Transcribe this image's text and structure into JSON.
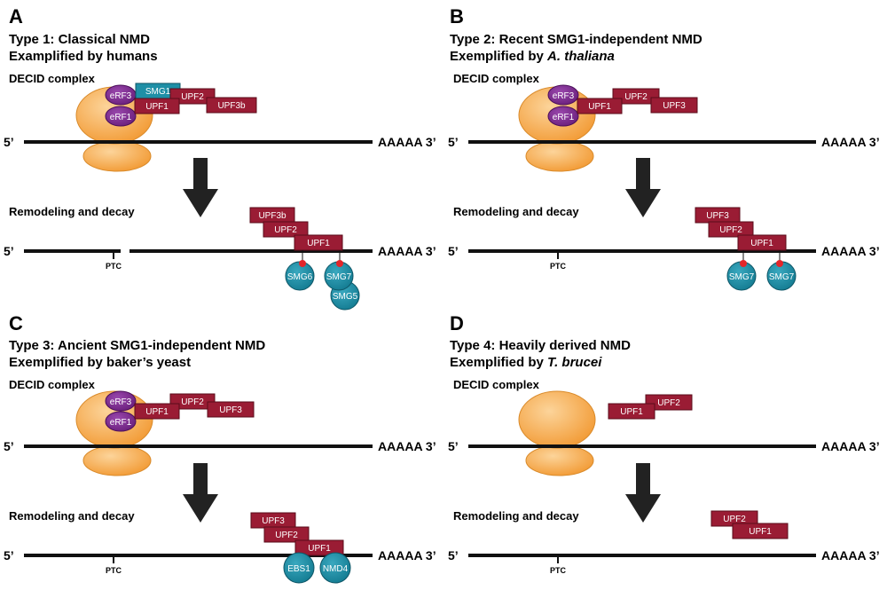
{
  "panels": [
    {
      "letter": "A",
      "type_line": "Type 1: Classical NMD",
      "example_prefix": "Examplified by ",
      "example_species": "humans",
      "species_italic": false,
      "complex_label": "DECID complex",
      "remodel_label": "Remodeling and decay",
      "five_prime": "5’",
      "three_prime": "AAAAA 3’",
      "ptc_label": "PTC",
      "decid_proteins": [
        "eRF3",
        "eRF1",
        "SMG1",
        "UPF1",
        "UPF2",
        "UPF3b"
      ],
      "decay_proteins": [
        "UPF3b",
        "UPF2",
        "UPF1",
        "SMG6",
        "SMG7",
        "SMG5"
      ]
    },
    {
      "letter": "B",
      "type_line": "Type 2: Recent SMG1-independent NMD",
      "example_prefix": "Exemplified by ",
      "example_species": "A. thaliana",
      "species_italic": true,
      "complex_label": "DECID complex",
      "remodel_label": "Remodeling and decay",
      "five_prime": "5’",
      "three_prime": "AAAAA 3’",
      "ptc_label": "PTC",
      "decid_proteins": [
        "eRF3",
        "eRF1",
        "UPF1",
        "UPF2",
        "UPF3"
      ],
      "decay_proteins": [
        "UPF3",
        "UPF2",
        "UPF1",
        "SMG7",
        "SMG7"
      ]
    },
    {
      "letter": "C",
      "type_line": "Type 3: Ancient SMG1-independent NMD",
      "example_prefix": "Exemplified by baker’s yeast",
      "example_species": "",
      "species_italic": false,
      "complex_label": "DECID complex",
      "remodel_label": "Remodeling and decay",
      "five_prime": "5’",
      "three_prime": "AAAAA 3’",
      "ptc_label": "PTC",
      "decid_proteins": [
        "eRF3",
        "eRF1",
        "UPF1",
        "UPF2",
        "UPF3"
      ],
      "decay_proteins": [
        "UPF3",
        "UPF2",
        "UPF1",
        "EBS1",
        "NMD4"
      ]
    },
    {
      "letter": "D",
      "type_line": "Type 4: Heavily derived NMD",
      "example_prefix": "Exemplified by ",
      "example_species": "T. brucei",
      "species_italic": true,
      "complex_label": "DECID complex",
      "remodel_label": "Remodeling and decay",
      "five_prime": "5’",
      "three_prime": "AAAAA 3’",
      "ptc_label": "PTC",
      "decid_proteins": [
        "UPF1",
        "UPF2"
      ],
      "decay_proteins": [
        "UPF2",
        "UPF1"
      ]
    }
  ],
  "colors": {
    "ribosome": "#f5a84a",
    "ribosome_edge": "#d98a2a",
    "erf": "#7b2a8e",
    "upf": "#9a1c34",
    "smg": "#1e8fa6",
    "smg_dark": "#127488",
    "phospho": "#e3262a",
    "mrna": "#111111",
    "arrow": "#222222"
  }
}
